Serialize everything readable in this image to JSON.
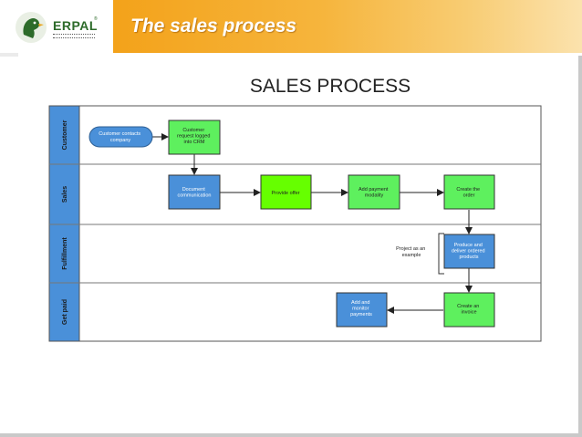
{
  "header": {
    "logo_text": "ERPAL",
    "logo_tm": "®",
    "title": "The sales process",
    "accent_color": "#f3a21a"
  },
  "diagram": {
    "title": "SALES PROCESS",
    "lanes": [
      {
        "label": "Customer"
      },
      {
        "label": "Sales"
      },
      {
        "label": "Fulfillment"
      },
      {
        "label": "Get paid"
      }
    ],
    "nodes": {
      "start": {
        "lines": [
          "Customer contacts",
          "company"
        ],
        "color": "#4a90d9"
      },
      "request": {
        "lines": [
          "Customer",
          "request logged",
          "into CRM"
        ],
        "color": "#5ef05e"
      },
      "document": {
        "lines": [
          "Document",
          "communication"
        ],
        "color": "#4a90d9"
      },
      "offer": {
        "lines": [
          "Provide offer"
        ],
        "color": "#66ff00"
      },
      "payment": {
        "lines": [
          "Add payment",
          "modality"
        ],
        "color": "#5ef05e"
      },
      "order": {
        "lines": [
          "Create the",
          "order"
        ],
        "color": "#5ef05e"
      },
      "produce": {
        "lines": [
          "Produce and",
          "deliver ordered",
          "products"
        ],
        "color": "#4a90d9"
      },
      "invoice": {
        "lines": [
          "Create an",
          "invoice"
        ],
        "color": "#5ef05e"
      },
      "monitor": {
        "lines": [
          "Add and",
          "monitor",
          "payments"
        ],
        "color": "#4a90d9"
      }
    },
    "annotation": {
      "lines": [
        "Project as an",
        "example"
      ]
    }
  }
}
